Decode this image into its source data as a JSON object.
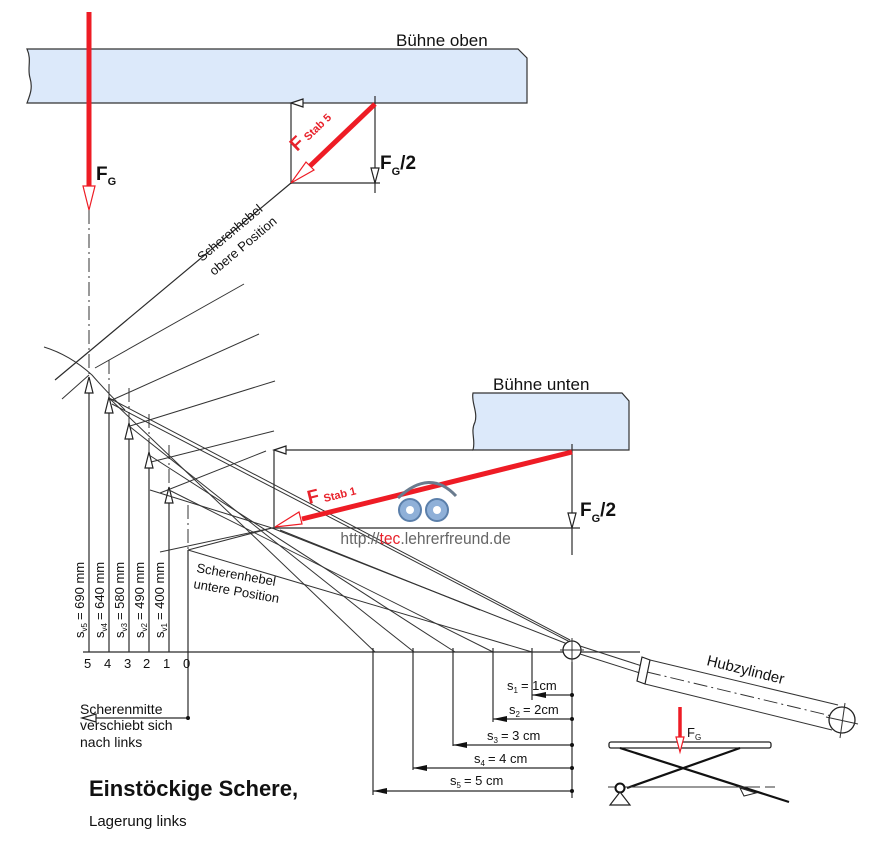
{
  "title": "Einstöckige Schere,",
  "subtitle": "Lagerung links",
  "platforms": {
    "top_label": "Bühne oben",
    "bottom_label": "Bühne unten"
  },
  "forces": {
    "fg_main": "F",
    "fg_main_sub": "G",
    "stab5_main": "F",
    "stab5_sub": "Stab 5",
    "stab1_main": "F",
    "stab1_sub": "Stab 1",
    "half_top_main": "F",
    "half_top_sub": "G",
    "half_top_suffix": "/2",
    "half_bottom_main": "F",
    "half_bottom_sub": "G",
    "half_bottom_suffix": "/2",
    "mini_main": "F",
    "mini_sub": "G"
  },
  "lever_labels": {
    "upper_line1": "Scherenhebel",
    "upper_line2": "obere Position",
    "lower_line1": "Scherenhebel",
    "lower_line2": "untere Position"
  },
  "vertical_displacements": [
    {
      "symbol": "s",
      "sub": "v5",
      "value": "= 690 mm"
    },
    {
      "symbol": "s",
      "sub": "v4",
      "value": "= 640 mm"
    },
    {
      "symbol": "s",
      "sub": "v3",
      "value": "= 580 mm"
    },
    {
      "symbol": "s",
      "sub": "v2",
      "value": "= 490 mm"
    },
    {
      "symbol": "s",
      "sub": "v1",
      "value": "= 400 mm"
    }
  ],
  "position_ticks": [
    "5",
    "4",
    "3",
    "2",
    "1",
    "0"
  ],
  "shift_note": [
    "Scherenmitte",
    "verschiebt sich",
    "nach links"
  ],
  "horizontal_strokes": [
    {
      "symbol": "s",
      "sub": "1",
      "value": "= 1cm"
    },
    {
      "symbol": "s",
      "sub": "2",
      "value": "= 2cm"
    },
    {
      "symbol": "s",
      "sub": "3",
      "value": "= 3 cm"
    },
    {
      "symbol": "s",
      "sub": "4",
      "value": "= 4 cm"
    },
    {
      "symbol": "s",
      "sub": "5",
      "value": "= 5 cm"
    }
  ],
  "cylinder_label": "Hubzylinder",
  "watermark": {
    "prefix": "http://",
    "accent": "tec",
    "suffix": ".lehrerfreund.de"
  },
  "colors": {
    "force": "#ee1c25",
    "platform": "#dce9fa",
    "line": "#2b2b2b"
  }
}
